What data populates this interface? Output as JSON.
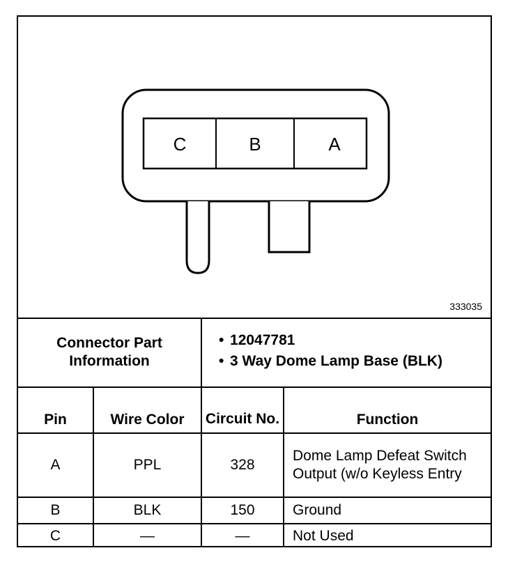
{
  "figure_number": "333035",
  "connector": {
    "cavities": [
      "C",
      "B",
      "A"
    ]
  },
  "part_info": {
    "label": "Connector Part Information",
    "items": [
      "12047781",
      "3 Way Dome Lamp Base (BLK)"
    ]
  },
  "columns": {
    "pin": "Pin",
    "wire_color": "Wire Color",
    "circuit": "Circuit No.",
    "function": "Function"
  },
  "rows": [
    {
      "pin": "A",
      "wire_color": "PPL",
      "circuit": "328",
      "function": "Dome Lamp Defeat Switch Output (w/o Keyless Entry"
    },
    {
      "pin": "B",
      "wire_color": "BLK",
      "circuit": "150",
      "function": "Ground"
    },
    {
      "pin": "C",
      "wire_color": "—",
      "circuit": "—",
      "function": "Not Used"
    }
  ]
}
